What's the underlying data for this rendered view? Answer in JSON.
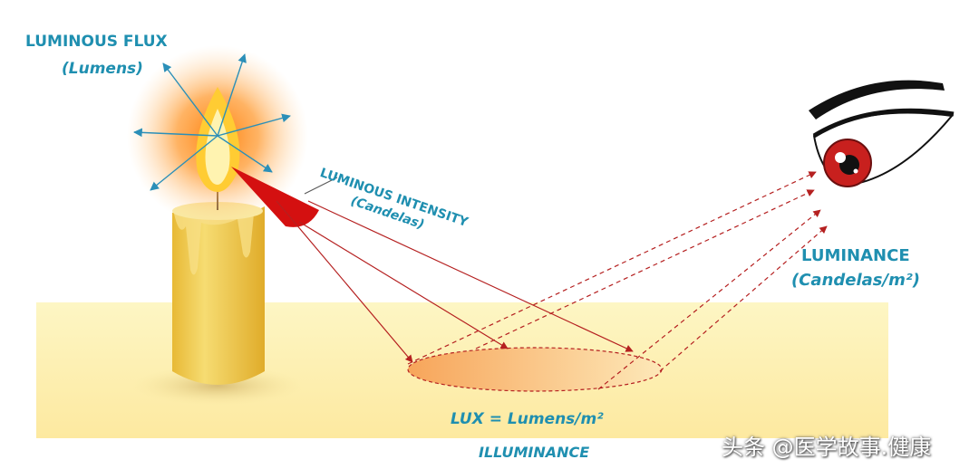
{
  "labels": {
    "luminous_flux": "LUMINOUS FLUX",
    "luminous_flux_unit": "(Lumens)",
    "luminous_intensity": "LUMINOUS INTENSITY",
    "luminous_intensity_unit": "(Candelas)",
    "luminance": "LUMINANCE",
    "luminance_unit": "(Candelas/m²)",
    "lux_formula": "LUX = Lumens/m²",
    "illuminance": "ILLUMINANCE"
  },
  "watermark": "头条 @医学故事.健康",
  "colors": {
    "label_blue": "#1f8fb0",
    "ray_red": "#b52020",
    "floor_yellow": "#fdf2a8",
    "candle_yellow": "#f2cf55",
    "cone_red": "#d41010",
    "iris_red": "#c8201e"
  },
  "icons": [
    "candle-icon",
    "flame-icon",
    "eye-icon"
  ]
}
